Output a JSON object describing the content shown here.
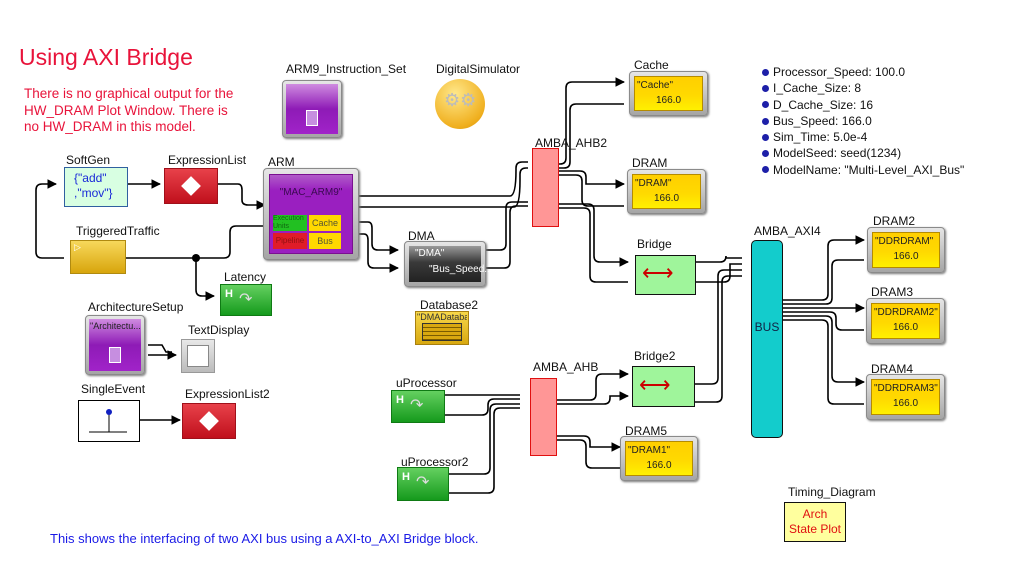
{
  "title": "Using AXI Bridge",
  "note": "There is no graphical output for the HW_DRAM Plot Window. There is no HW_DRAM in this model.",
  "footer": "This shows the interfacing of two AXI bus using a AXI-to_AXI Bridge block.",
  "params": [
    {
      "label": "Processor_Speed: 100.0"
    },
    {
      "label": "I_Cache_Size: 8"
    },
    {
      "label": "D_Cache_Size: 16"
    },
    {
      "label": "Bus_Speed: 166.0"
    },
    {
      "label": "Sim_Time: 5.0e-4"
    },
    {
      "label": "ModelSeed: seed(1234)"
    },
    {
      "label": "ModelName: \"Multi-Level_AXI_Bus\""
    }
  ],
  "blocks": {
    "softgen": {
      "label": "SoftGen",
      "line1": "{\"add\"",
      "line2": ",\"mov\"}"
    },
    "expressionlist": {
      "label": "ExpressionList"
    },
    "expressionlist2": {
      "label": "ExpressionList2"
    },
    "triggeredtraffic": {
      "label": "TriggeredTraffic"
    },
    "latency": {
      "label": "Latency"
    },
    "architecturesetup": {
      "label": "ArchitectureSetup",
      "text": "\"Architectu..."
    },
    "textdisplay": {
      "label": "TextDisplay"
    },
    "singleevent": {
      "label": "SingleEvent"
    },
    "arm9_instruction_set": {
      "label": "ARM9_Instruction_Set"
    },
    "digitalsimulator": {
      "label": "DigitalSimulator"
    },
    "arm": {
      "label": "ARM",
      "text": "\"MAC_ARM9\"",
      "exec": "Execution Units",
      "cache": "Cache",
      "pipeline": "Pipeline",
      "bus": "Bus"
    },
    "dma": {
      "label": "DMA",
      "line1": "\"DMA\"",
      "line2": "\"Bus_Speed..."
    },
    "database2": {
      "label": "Database2",
      "text": "\"DMADataba..."
    },
    "amba_ahb2": {
      "label": "AMBA_AHB2"
    },
    "amba_ahb": {
      "label": "AMBA_AHB"
    },
    "amba_axi4": {
      "label": "AMBA_AXI4",
      "text": "BUS"
    },
    "cache": {
      "label": "Cache",
      "line1": "\"Cache\"",
      "line2": "166.0"
    },
    "dram": {
      "label": "DRAM",
      "line1": "\"DRAM\"",
      "line2": "166.0"
    },
    "bridge": {
      "label": "Bridge"
    },
    "bridge2": {
      "label": "Bridge2"
    },
    "dram2": {
      "label": "DRAM2",
      "line1": "\"DDRDRAM\"",
      "line2": "166.0"
    },
    "dram3": {
      "label": "DRAM3",
      "line1": "\"DDRDRAM2\"",
      "line2": "166.0"
    },
    "dram4": {
      "label": "DRAM4",
      "line1": "\"DDRDRAM3\"",
      "line2": "166.0"
    },
    "dram5": {
      "label": "DRAM5",
      "line1": "\"DRAM1\"",
      "line2": "166.0"
    },
    "uprocessor": {
      "label": "uProcessor"
    },
    "uprocessor2": {
      "label": "uProcessor2"
    },
    "timing_diagram": {
      "label": "Timing_Diagram",
      "line1": "Arch",
      "line2": "State Plot"
    }
  }
}
